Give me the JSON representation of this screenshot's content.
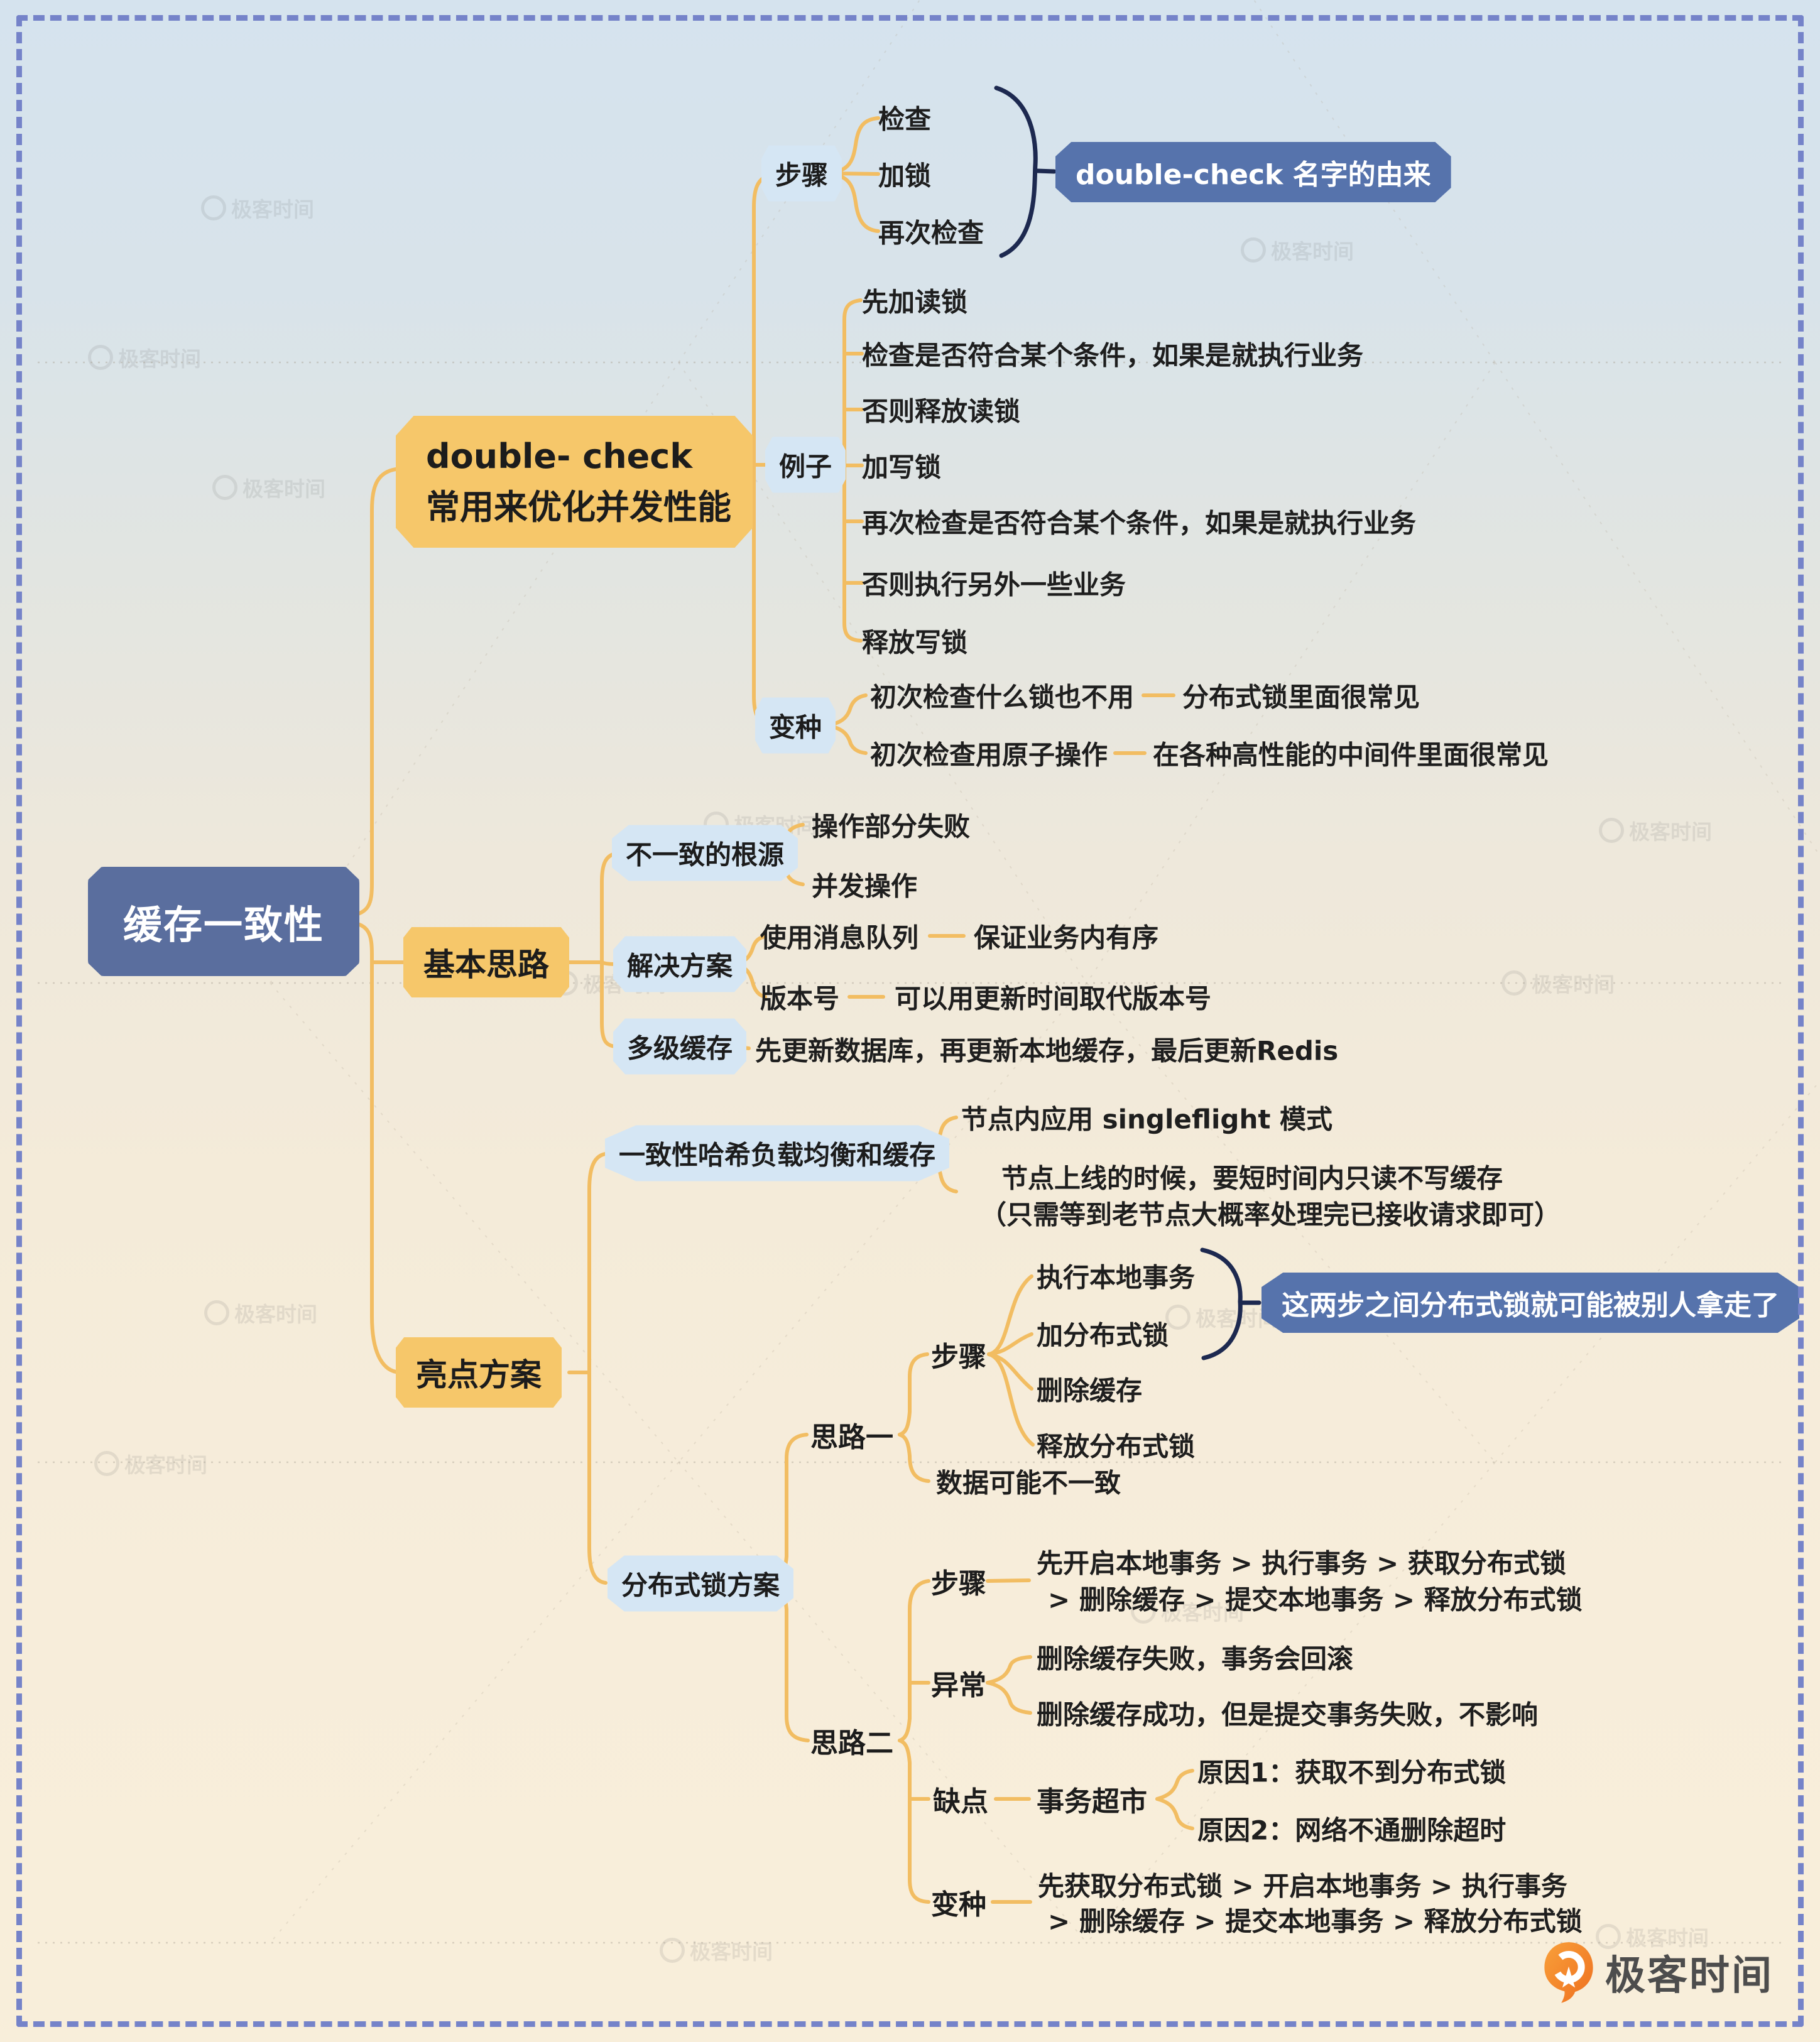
{
  "root_label": "缓存一致性",
  "watermark": "极客时间",
  "logo_text": "极客时间",
  "doublecheck": {
    "node_line1": "double- check",
    "node_line2": "常用来优化并发性能",
    "steps_label": "步骤",
    "steps": [
      "检查",
      "加锁",
      "再次检查"
    ],
    "steps_note": "double-check 名字的由来",
    "example_label": "例子",
    "example_items": [
      "先加读锁",
      "检查是否符合某个条件，如果是就执行业务",
      "否则释放读锁",
      "加写锁",
      "再次检查是否符合某个条件，如果是就执行业务",
      "否则执行另外一些业务",
      "释放写锁"
    ],
    "variant_label": "变种",
    "variant1": "初次检查什么锁也不用",
    "variant1_note": "分布式锁里面很常见",
    "variant2": "初次检查用原子操作",
    "variant2_note": "在各种高性能的中间件里面很常见"
  },
  "basic": {
    "node": "基本思路",
    "source_label": "不一致的根源",
    "source_items": [
      "操作部分失败",
      "并发操作"
    ],
    "solution_label": "解决方案",
    "solution1": "使用消息队列",
    "solution1_note": "保证业务内有序",
    "solution2": "版本号",
    "solution2_note": "可以用更新时间取代版本号",
    "multilevel_label": "多级缓存",
    "multilevel_note": "先更新数据库，再更新本地缓存，最后更新Redis"
  },
  "highlight": {
    "node": "亮点方案",
    "hash_label": "一致性哈希负载均衡和缓存",
    "hash_item1": "节点内应用 singleflight 模式",
    "hash_item2_line1": "节点上线的时候，要短时间内只读不写缓存",
    "hash_item2_line2": "（只需等到老节点大概率处理完已接收请求即可）",
    "lock_label": "分布式锁方案",
    "idea1_label": "思路一",
    "idea1_steps_label": "步骤",
    "idea1_steps": [
      "执行本地事务",
      "加分布式锁",
      "删除缓存",
      "释放分布式锁"
    ],
    "idea1_note": "这两步之间分布式锁就可能被别人拿走了",
    "idea1_risk": "数据可能不一致",
    "idea2_label": "思路二",
    "idea2_steps_label": "步骤",
    "idea2_steps_line1": "先开启本地事务 > 执行事务 > 获取分布式锁",
    "idea2_steps_line2": "> 删除缓存 > 提交本地事务 > 释放分布式锁",
    "idea2_exc_label": "异常",
    "idea2_exc": [
      "删除缓存失败，事务会回滚",
      "删除缓存成功，但是提交事务失败，不影响"
    ],
    "idea2_cons_label": "缺点",
    "idea2_cons_item": "事务超市",
    "idea2_cons_reasons": [
      "原因1：获取不到分布式锁",
      "原因2：网络不通删除超时"
    ],
    "idea2_variant_label": "变种",
    "idea2_variant_line1": "先获取分布式锁 > 开启本地事务 > 执行事务",
    "idea2_variant_line2": "> 删除缓存 > 提交本地事务 > 释放分布式锁"
  },
  "colors": {
    "node_blue": "#5a6e9e",
    "note_blue": "#5673ac",
    "bubble_blue": "#d5e6f4",
    "accent_yellow": "#f6c76a",
    "line_yellow": "#f2bd62",
    "brace_navy": "#1d2950",
    "logo_orange": "#f07f28",
    "border_dash": "#7583c9"
  }
}
